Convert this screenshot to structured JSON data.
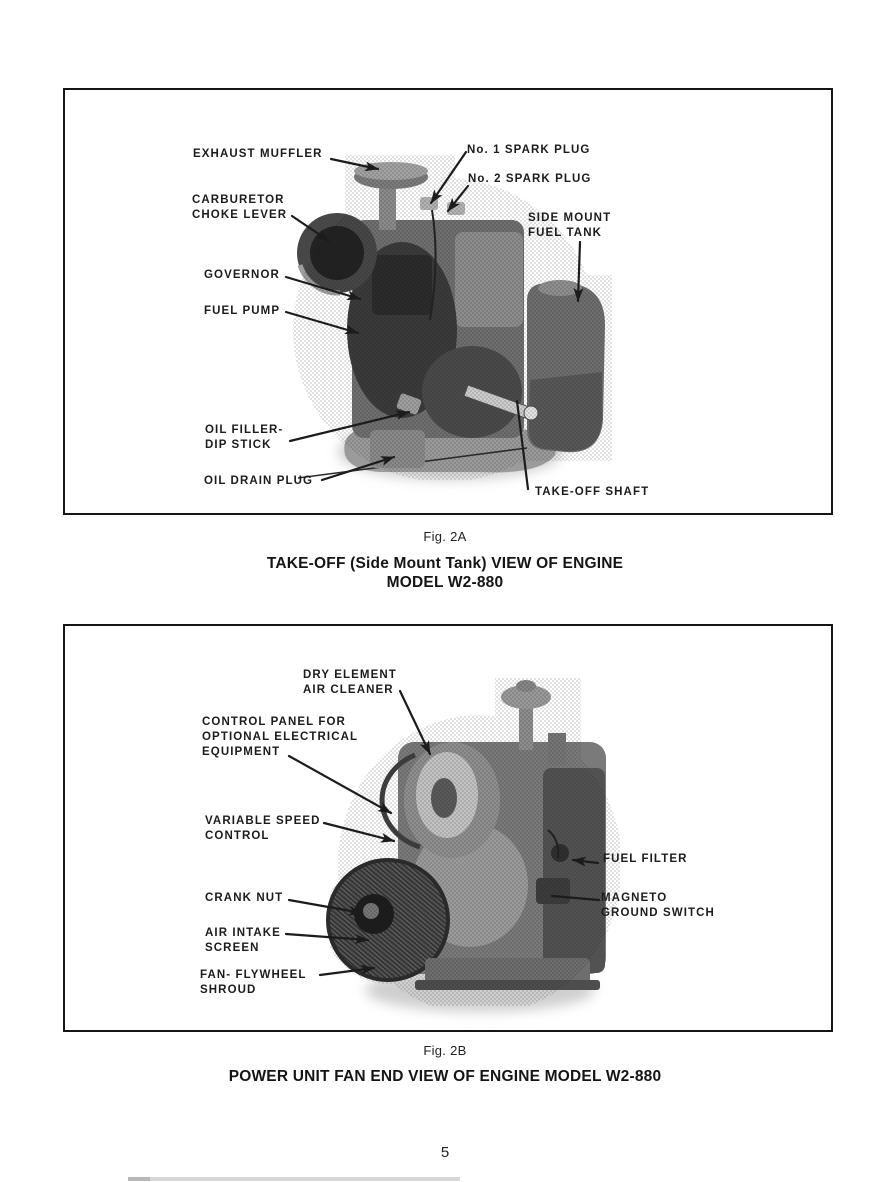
{
  "colors": {
    "ink": "#1a1a1a",
    "paper": "#ffffff"
  },
  "page": {
    "number": "5"
  },
  "figure1": {
    "caption": "Fig. 2A",
    "title_line1": "TAKE-OFF (Side Mount Tank) VIEW OF ENGINE",
    "title_line2": "MODEL W2-880",
    "labels": {
      "exhaust_muffler": "EXHAUST MUFFLER",
      "no1_spark_plug": "No. 1 SPARK PLUG",
      "no2_spark_plug": "No. 2 SPARK PLUG",
      "carburetor_choke_lever": "CARBURETOR\nCHOKE LEVER",
      "side_mount_fuel_tank": "SIDE MOUNT\nFUEL TANK",
      "governor": "GOVERNOR",
      "fuel_pump": "FUEL PUMP",
      "oil_filler_dip_stick": "OIL FILLER-\nDIP STICK",
      "oil_drain_plug": "OIL DRAIN PLUG",
      "take_off_shaft": "TAKE-OFF SHAFT"
    }
  },
  "figure2": {
    "caption": "Fig. 2B",
    "title": "POWER UNIT FAN END VIEW OF ENGINE MODEL W2-880",
    "labels": {
      "dry_element_air_cleaner": "DRY ELEMENT\nAIR CLEANER",
      "control_panel": "CONTROL PANEL FOR\nOPTIONAL ELECTRICAL\nEQUIPMENT",
      "variable_speed_control": "VARIABLE SPEED\nCONTROL",
      "crank_nut": "CRANK NUT",
      "air_intake_screen": "AIR INTAKE\nSCREEN",
      "fan_flywheel_shroud": "FAN- FLYWHEEL\nSHROUD",
      "fuel_filter": "FUEL FILTER",
      "magneto_ground_switch": "MAGNETO\nGROUND SWITCH"
    }
  }
}
